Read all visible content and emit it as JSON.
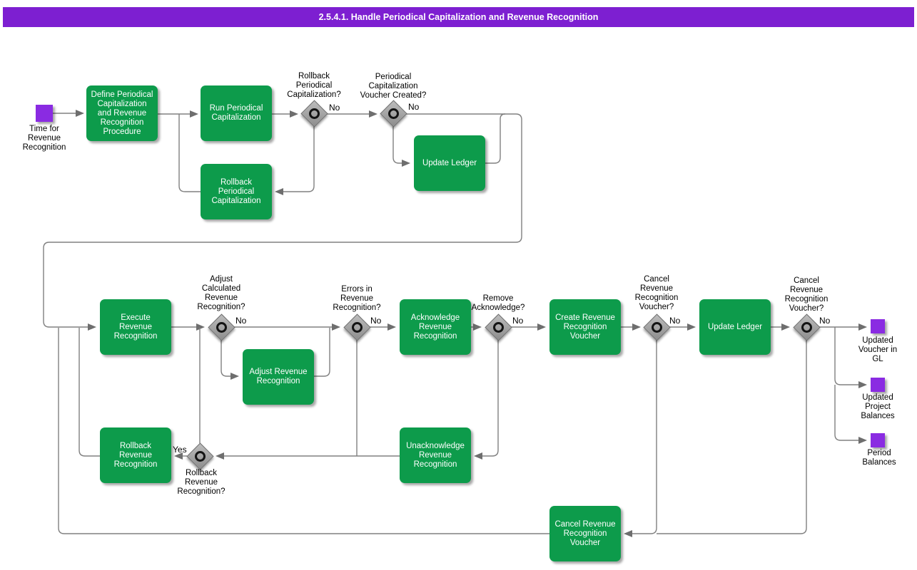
{
  "banner": {
    "title": "2.5.4.1. Handle Periodical Capitalization and Revenue Recognition"
  },
  "colors": {
    "banner_purple": "#7d1fd1",
    "task_green": "#0d9b4b",
    "event_purple": "#8a2be2",
    "connector_gray": "#808080",
    "gateway_gray": "#9e9e9e",
    "task_text": "#ffffff",
    "label_text": "#000000"
  },
  "events": {
    "start": {
      "label": "Time for\nRevenue\nRecognition"
    },
    "updated_voucher_gl": {
      "label": "Updated\nVoucher in\nGL"
    },
    "updated_project_balances": {
      "label": "Updated\nProject\nBalances"
    },
    "period_balances": {
      "label": "Period\nBalances"
    }
  },
  "tasks": {
    "define": {
      "label": "Define Periodical\nCapitalization\nand Revenue\nRecognition\nProcedure"
    },
    "run_pc": {
      "label": "Run Periodical\nCapitalization"
    },
    "rollback_pc": {
      "label": "Rollback\nPeriodical\nCapitalization"
    },
    "update_ledger_1": {
      "label": "Update Ledger"
    },
    "execute_rr": {
      "label": "Execute\nRevenue\nRecognition"
    },
    "adjust_rr": {
      "label": "Adjust Revenue\nRecognition"
    },
    "acknowledge_rr": {
      "label": "Acknowledge\nRevenue\nRecognition"
    },
    "create_voucher": {
      "label": "Create Revenue\nRecognition\nVoucher"
    },
    "update_ledger_2": {
      "label": "Update Ledger"
    },
    "rollback_rr": {
      "label": "Rollback\nRevenue\nRecognition"
    },
    "unacknowledge_rr": {
      "label": "Unacknowledge\nRevenue\nRecognition"
    },
    "cancel_voucher": {
      "label": "Cancel Revenue\nRecognition\nVoucher"
    }
  },
  "gateways": {
    "rollback_pc_q": {
      "label": "Rollback\nPeriodical\nCapitalization?",
      "branch_label": "No"
    },
    "voucher_created_q": {
      "label": "Periodical\nCapitalization\nVoucher Created?",
      "branch_label": "No"
    },
    "adjust_q": {
      "label": "Adjust\nCalculated\nRevenue\nRecognition?",
      "branch_label": "No"
    },
    "errors_q": {
      "label": "Errors in\nRevenue\nRecognition?",
      "branch_label": "No"
    },
    "remove_ack_q": {
      "label": "Remove\nAcknowledge?",
      "branch_label": "No"
    },
    "cancel_voucher_q1": {
      "label": "Cancel\nRevenue\nRecognition\nVoucher?",
      "branch_label": "No"
    },
    "cancel_voucher_q2": {
      "label": "Cancel\nRevenue\nRecognition\nVoucher?",
      "branch_label": "No"
    },
    "rollback_rr_q": {
      "label": "Rollback\nRevenue\nRecognition?",
      "branch_label": "Yes"
    }
  }
}
